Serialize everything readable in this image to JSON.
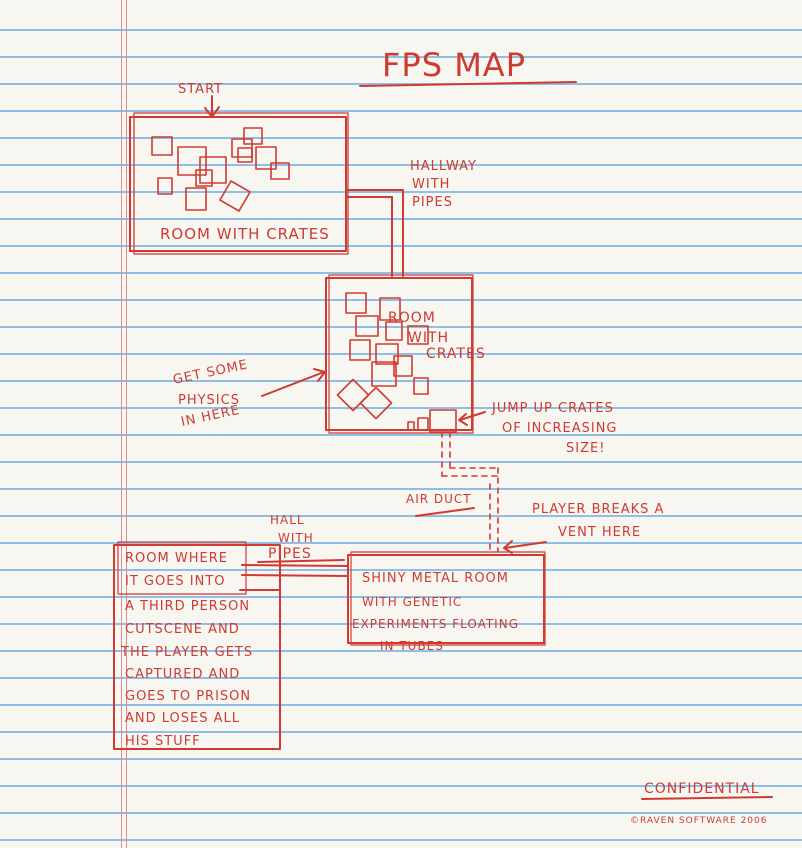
{
  "title": "FPS MAP",
  "start_label": "START",
  "room1": {
    "label": "ROOM WITH CRATES"
  },
  "hallway1": {
    "line1": "HALLWAY",
    "line2": "WITH",
    "line3": "PIPES"
  },
  "room2": {
    "line1": "ROOM",
    "line2": "WITH",
    "line3": "CRATES"
  },
  "physics_note": {
    "line1": "GET SOME",
    "line2": "PHYSICS",
    "line3": "IN HERE"
  },
  "jump_note": {
    "line1": "JUMP UP CRATES",
    "line2": "OF INCREASING",
    "line3": "SIZE!"
  },
  "air_duct_label": "AIR DUCT",
  "vent_note": {
    "line1": "PLAYER BREAKS A",
    "line2": "VENT HERE"
  },
  "hall2": {
    "line1": "HALL",
    "line2": "WITH",
    "line3": "PIPES"
  },
  "metal_room": {
    "line1": "SHINY METAL ROOM",
    "line2": "WITH GENETIC",
    "line3": "EXPERIMENTS FLOATING",
    "line4": "IN TUBES"
  },
  "cutscene_room": {
    "line1": "ROOM WHERE",
    "line2": "IT GOES INTO",
    "line3": "A THIRD PERSON",
    "line4": "CUTSCENE AND",
    "line5": "THE PLAYER GETS",
    "line6": "CAPTURED AND",
    "line7": "GOES TO PRISON",
    "line8": "AND LOSES ALL",
    "line9": "HIS STUFF"
  },
  "confidential": "CONFIDENTIAL",
  "copyright": "©RAVEN SOFTWARE 2006",
  "colors": {
    "pencil": "#cf3b33",
    "rule": "#8fbfe6",
    "paper": "#f7f6f1",
    "margin": "#e58a8a"
  }
}
